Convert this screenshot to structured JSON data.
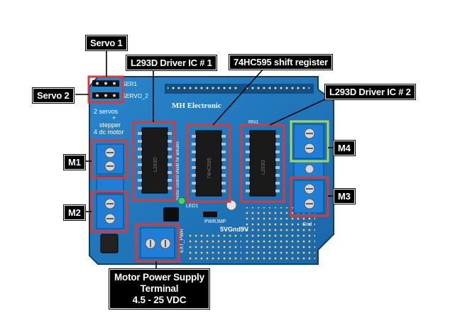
{
  "labels": {
    "servo1": "Servo 1",
    "servo2": "Servo 2",
    "ic1": "L293D Driver IC # 1",
    "shift": "74HC595 shift register",
    "ic2": "L293D Driver IC # 2",
    "m1": "M1",
    "m2": "M2",
    "m3": "M3",
    "m4": "M4",
    "power_line1": "Motor Power Supply",
    "power_line2": "Terminal",
    "power_line3": "4.5 - 25 VDC"
  },
  "board": {
    "brand": "MH Electronic",
    "ser1": "SER1",
    "servo_2": "SERVO_2",
    "notes": [
      "2 servos",
      "+",
      "stepper",
      "4 dc motor"
    ],
    "rn1": "RN1",
    "led1": "LED1",
    "pwrjmp": "PWRJMP",
    "power_text": "5VGnd9V",
    "ext_pwr": "EXT_PWR",
    "ic_marking": "L293D",
    "shift_marking": "74HC595",
    "motor_text": "motor control shield for arduino",
    "gnd": "Gnd"
  },
  "colors": {
    "board": "#1f74b8",
    "callout_box": "#d83a3a",
    "m4_box": "#a6d65a",
    "terminal": "#1f7fd6"
  }
}
